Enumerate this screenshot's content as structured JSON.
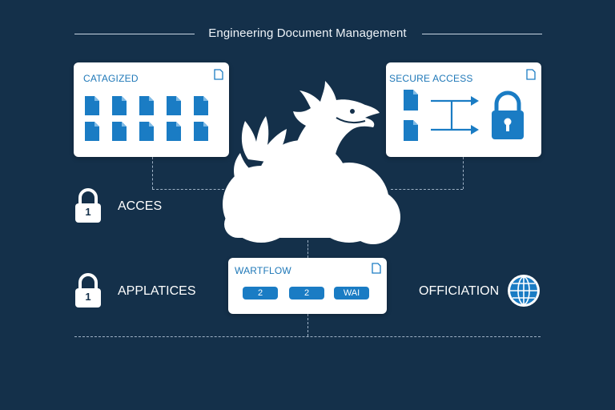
{
  "header": {
    "title": "Engineering Document Management"
  },
  "cards": {
    "categorized": {
      "label": "CATAGIZED"
    },
    "secure_access": {
      "label": "SECURE ACCESS"
    },
    "workflow": {
      "label": "WARTFLOW",
      "pills": [
        "2",
        "2",
        "WAI"
      ]
    }
  },
  "side": {
    "access": {
      "label": "ACCES",
      "lock_number": "1"
    },
    "appliances": {
      "label": "APPLATICES",
      "lock_number": "1"
    },
    "officiation": {
      "label": "OFFICIATION"
    }
  },
  "colors": {
    "background": "#14304a",
    "accent": "#1a7cc4",
    "card": "#ffffff"
  },
  "icons": [
    "document-icon",
    "lock-icon",
    "arrow-icon",
    "globe-icon",
    "dragon-cloud-icon"
  ]
}
